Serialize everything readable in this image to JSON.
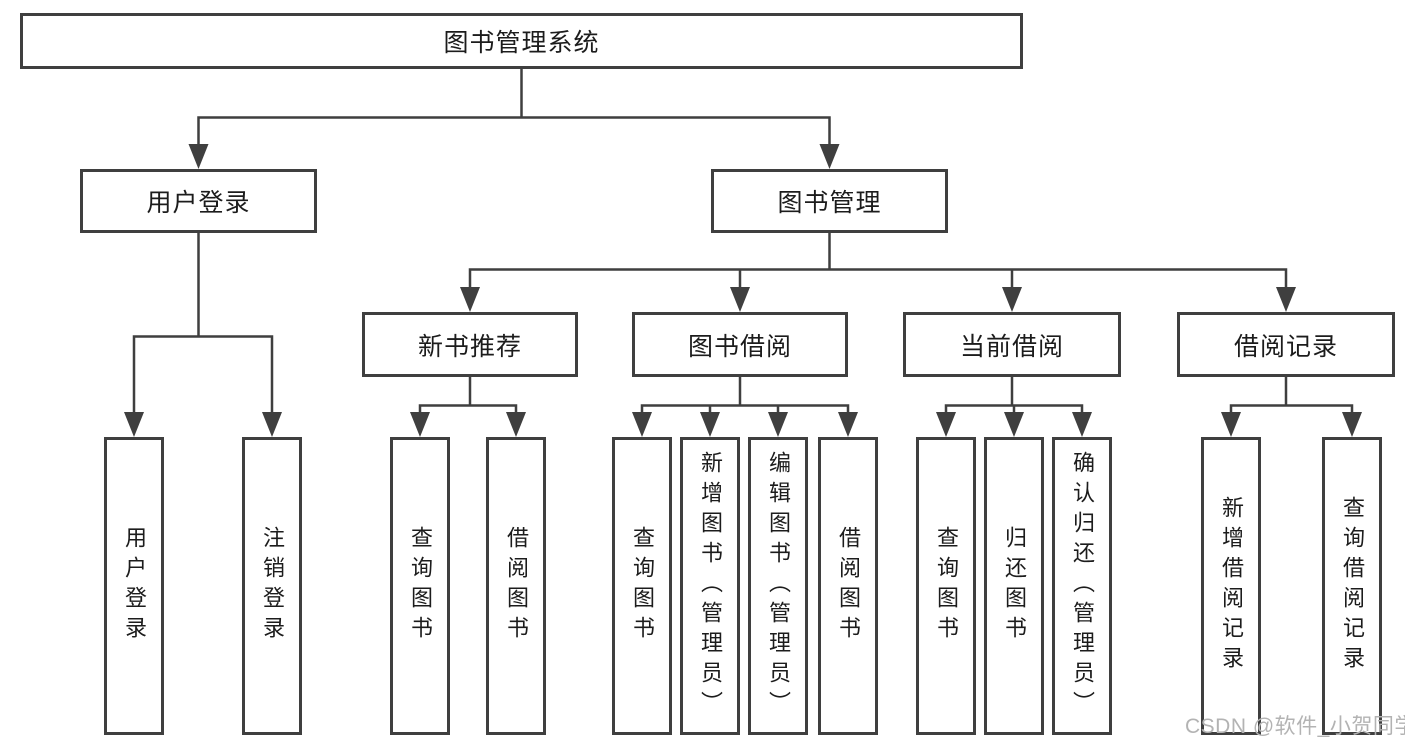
{
  "tree": {
    "root": "图书管理系统",
    "branches": [
      {
        "label": "用户登录",
        "leaves": [
          "用户登录",
          "注销登录"
        ]
      },
      {
        "label": "图书管理",
        "groups": [
          {
            "label": "新书推荐",
            "leaves": [
              "查询图书",
              "借阅图书"
            ]
          },
          {
            "label": "图书借阅",
            "leaves": [
              "查询图书",
              "新增图书（管理员）",
              "编辑图书（管理员）",
              "借阅图书"
            ]
          },
          {
            "label": "当前借阅",
            "leaves": [
              "查询图书",
              "归还图书",
              "确认归还（管理员）"
            ]
          },
          {
            "label": "借阅记录",
            "leaves": [
              "新增借阅记录",
              "查询借阅记录"
            ]
          }
        ]
      }
    ]
  },
  "watermark": {
    "text": "CSDN @软件_小贺同学"
  },
  "colors": {
    "line": "#3f3f3f",
    "text": "#1c1c1c",
    "background": "#ffffff",
    "watermark": "#b3b3b3"
  }
}
